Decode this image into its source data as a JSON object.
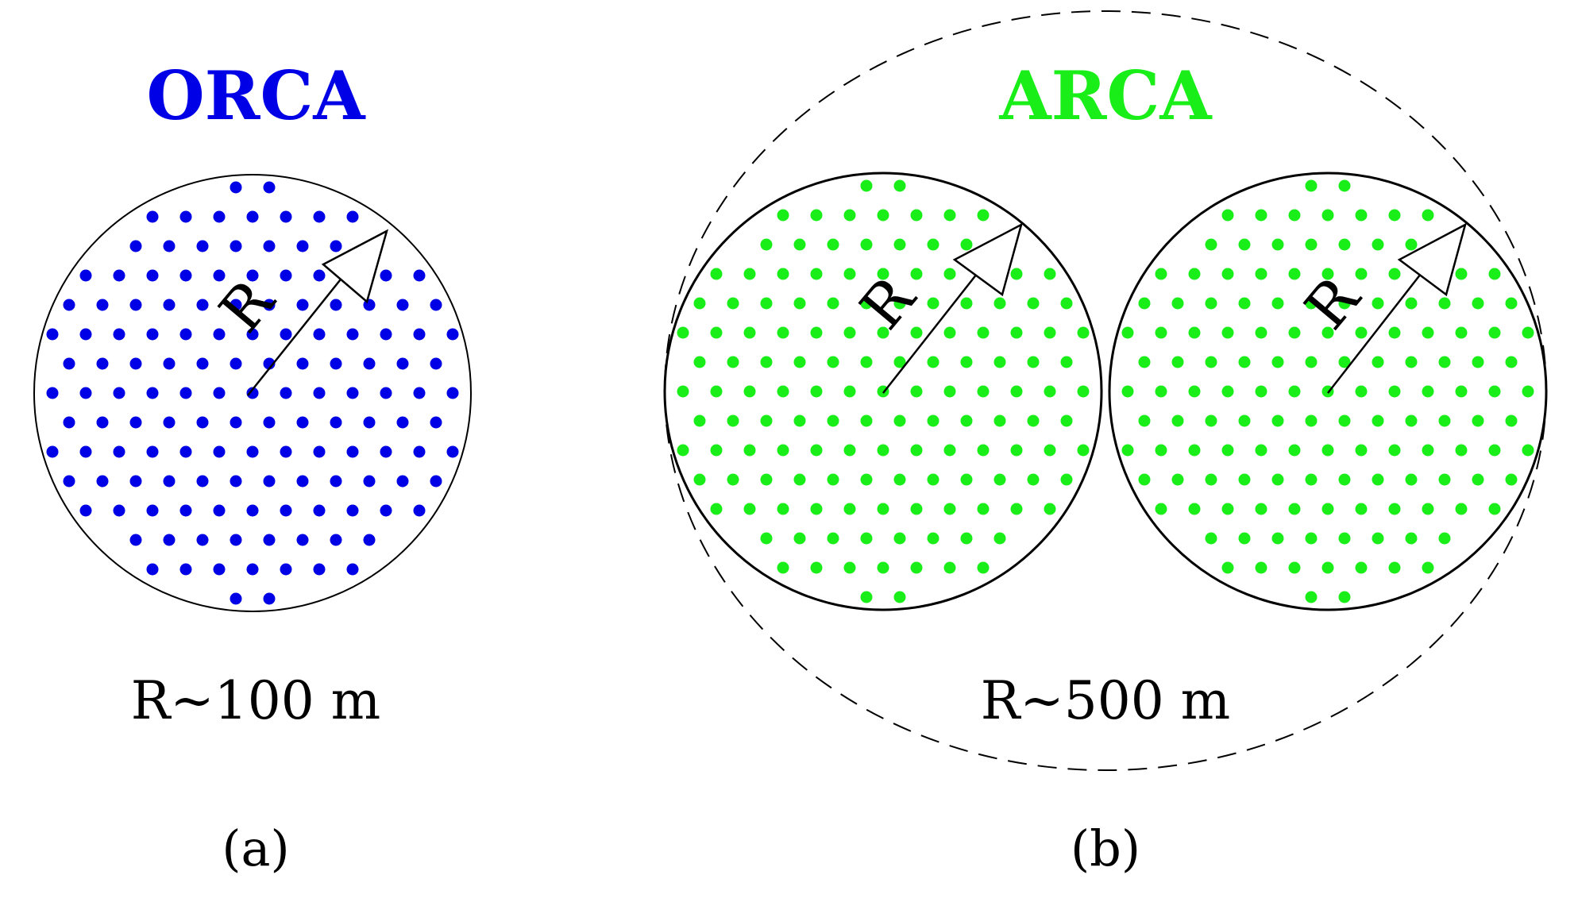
{
  "colors": {
    "orca": "#0000e6",
    "arca": "#19ee19",
    "line": "#000000",
    "background": "#ffffff"
  },
  "panel_a": {
    "title": "ORCA",
    "radius_label": "R~100 m",
    "panel_label": "(a)",
    "arrow_label": "R"
  },
  "panel_b": {
    "title": "ARCA",
    "radius_label": "R~500 m",
    "panel_label": "(b)",
    "arrow_label_left": "R",
    "arrow_label_right": "R"
  }
}
